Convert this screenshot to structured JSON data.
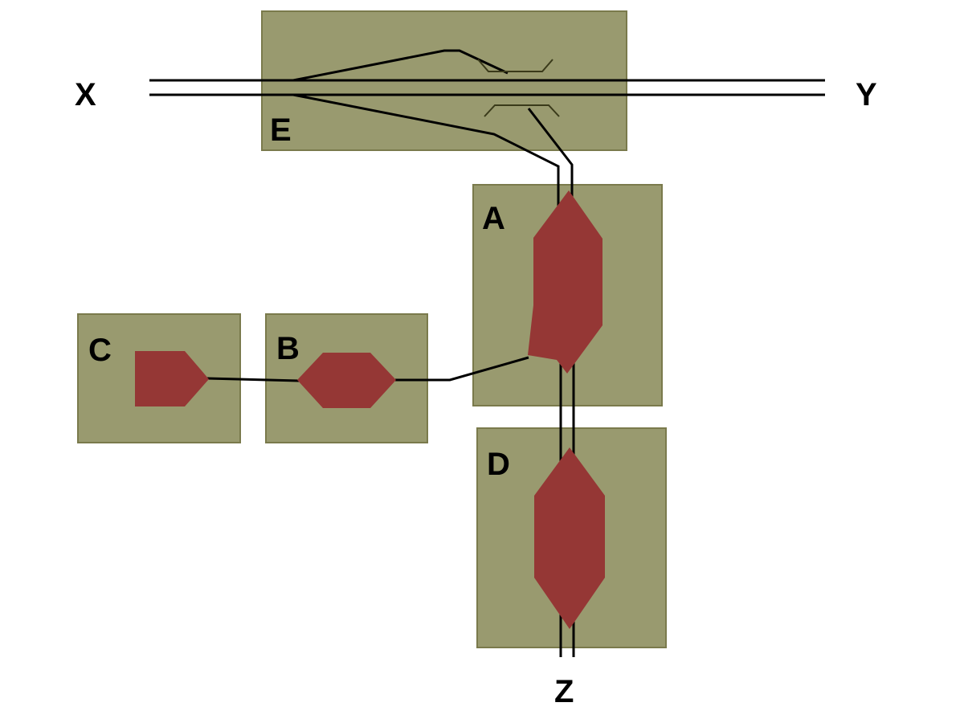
{
  "colors": {
    "block_fill": "#999a6f",
    "block_stroke": "#7a7a4c",
    "shape_fill": "#953735",
    "line": "#000000",
    "siding": "#3a3a1a"
  },
  "labels": {
    "x": "X",
    "y": "Y",
    "z": "Z",
    "e": "E",
    "a": "A",
    "b": "B",
    "c": "C",
    "d": "D"
  }
}
